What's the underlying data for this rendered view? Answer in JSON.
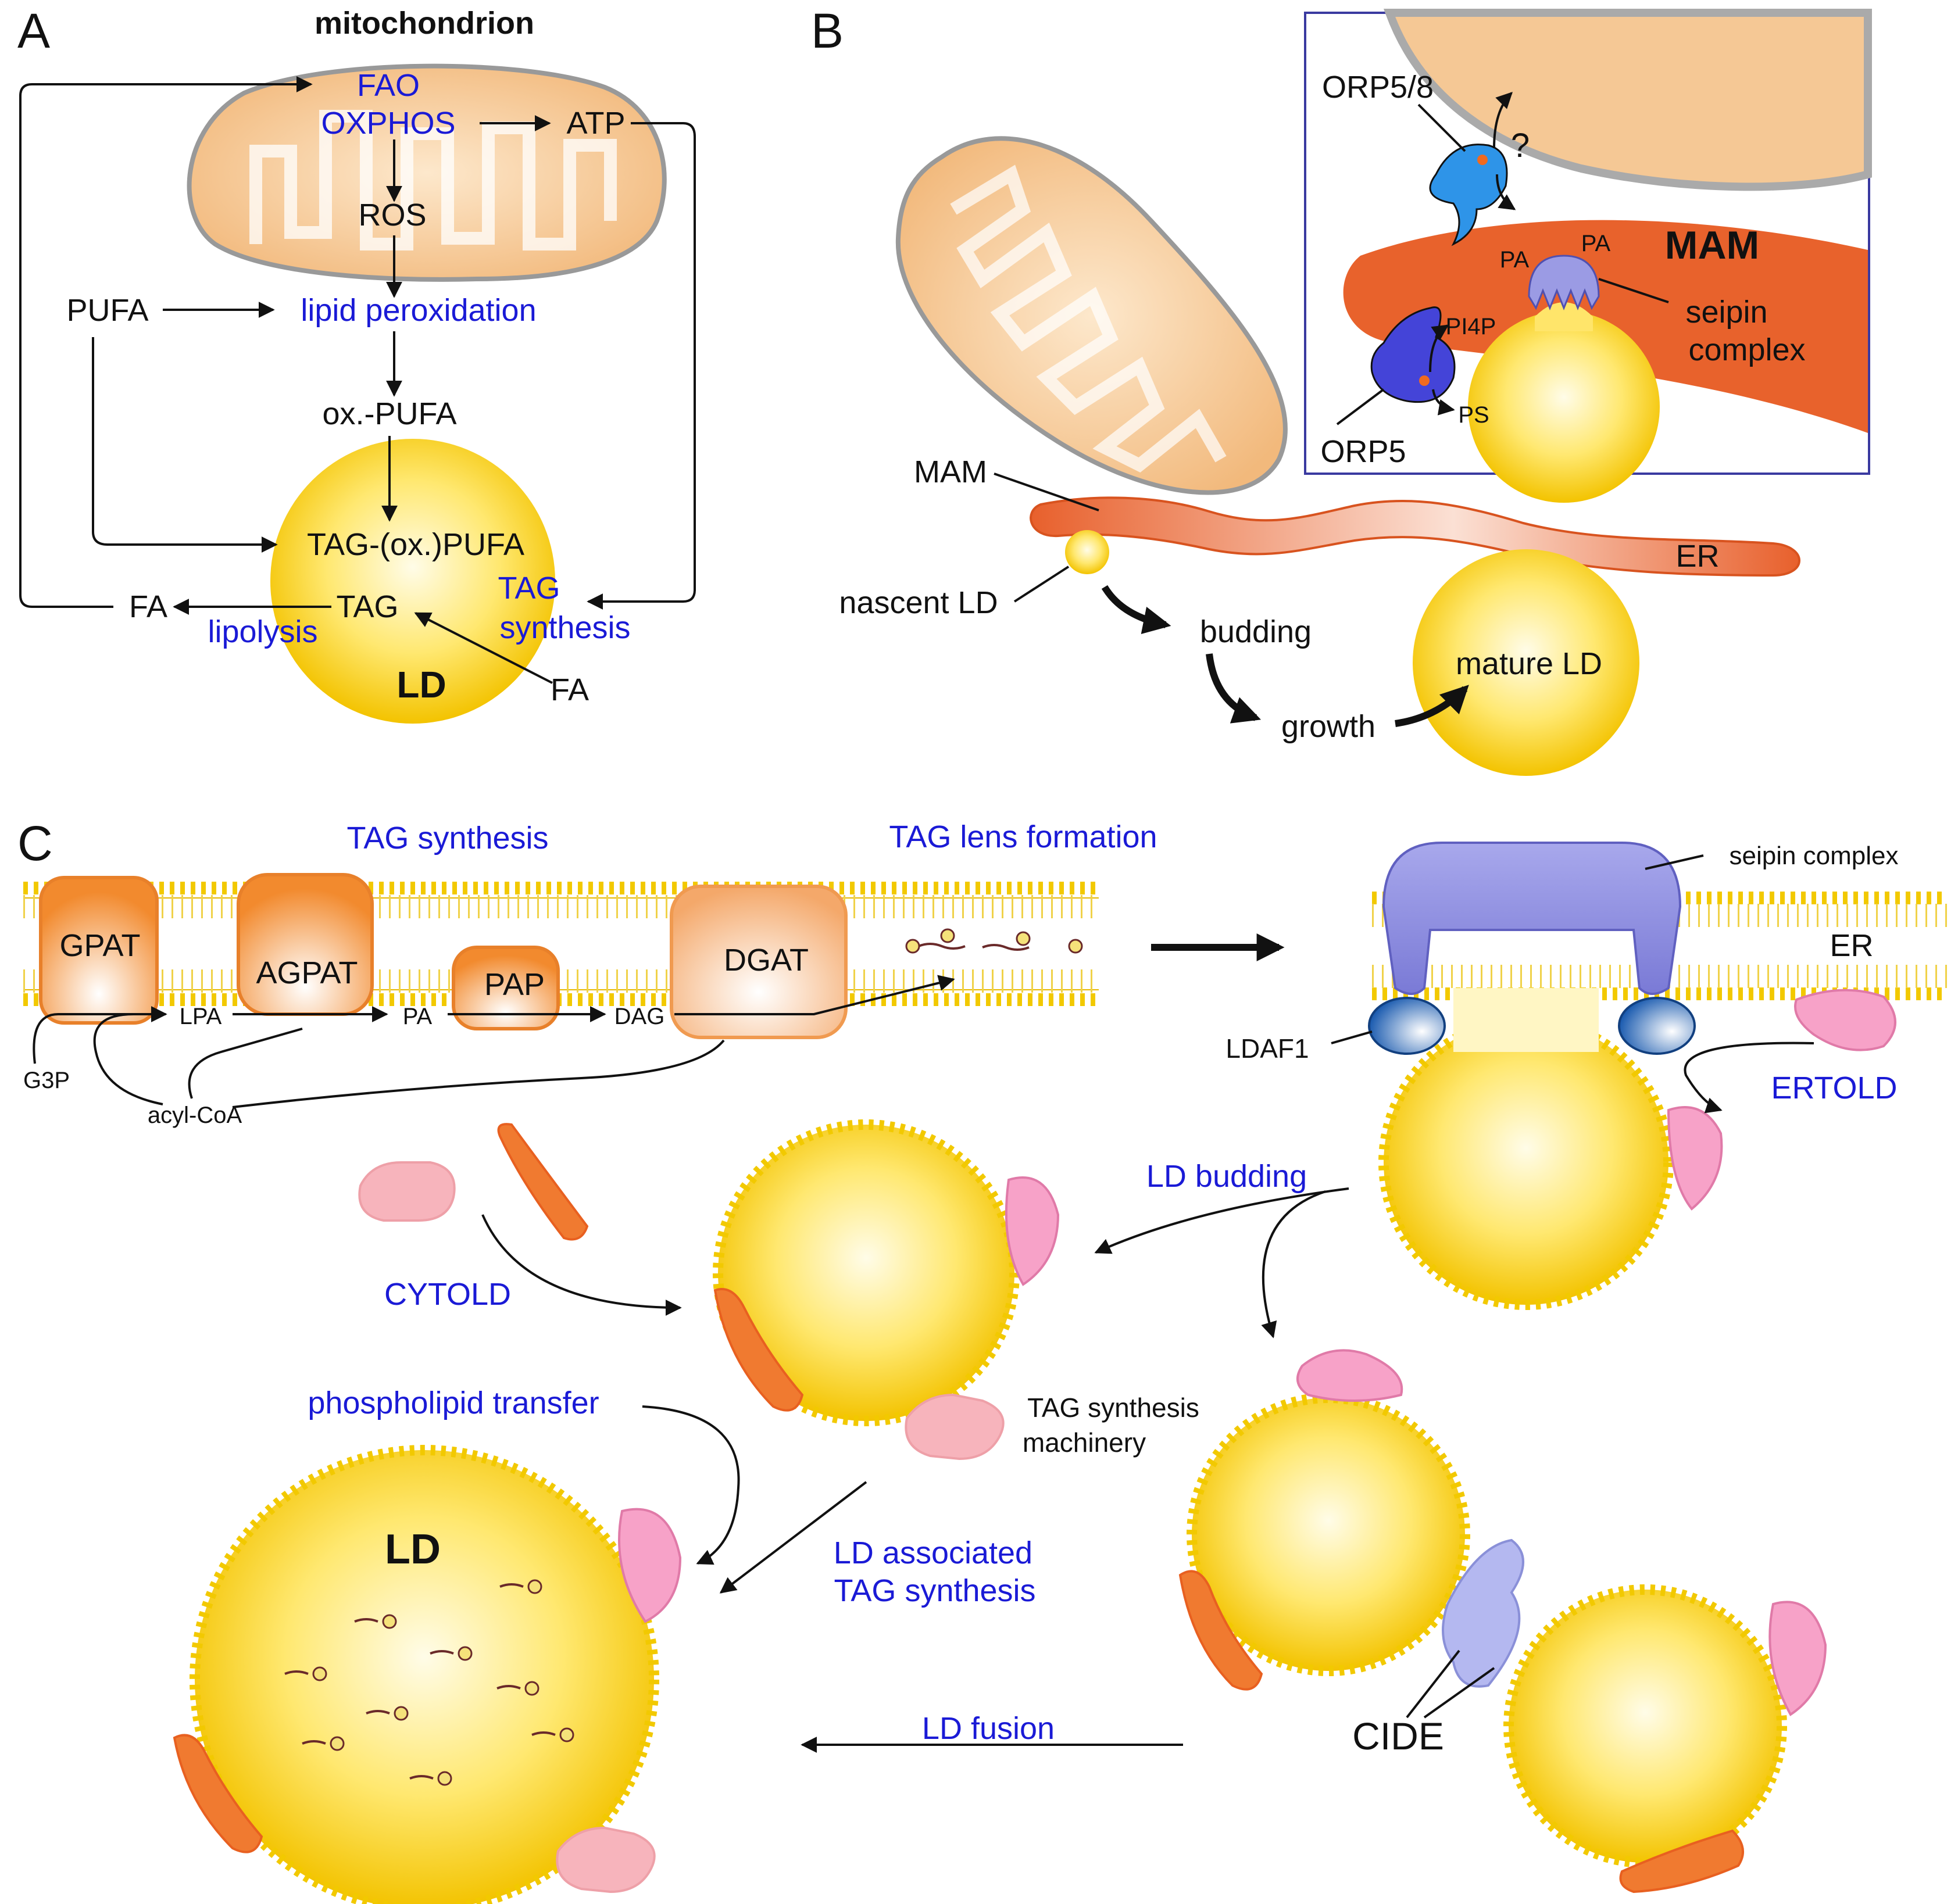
{
  "panels": {
    "a": "A",
    "b": "B",
    "c": "C"
  },
  "panelA": {
    "mitochondrion": "mitochondrion",
    "fao": "FAO",
    "oxphos": "OXPHOS",
    "atp": "ATP",
    "ros": "ROS",
    "pufa": "PUFA",
    "lipid_peroxidation": "lipid peroxidation",
    "ox_pufa": "ox.-PUFA",
    "tag_ox_pufa": "TAG-(ox.)PUFA",
    "tag": "TAG",
    "fa_left": "FA",
    "fa_right": "FA",
    "lipolysis": "lipolysis",
    "tag_synthesis_1": "TAG",
    "tag_synthesis_2": "synthesis",
    "ld": "LD"
  },
  "panelB": {
    "orp58": "ORP5/8",
    "question": "?",
    "mam_inset": "MAM",
    "pa1": "PA",
    "pa2": "PA",
    "pi4p": "PI4P",
    "ps": "PS",
    "orp5": "ORP5",
    "seipin1": "seipin",
    "seipin2": "complex",
    "mam": "MAM",
    "er": "ER",
    "nascent_ld": "nascent LD",
    "budding": "budding",
    "growth": "growth",
    "mature_ld": "mature LD"
  },
  "panelC": {
    "tag_synthesis": "TAG synthesis",
    "tag_lens": "TAG lens formation",
    "gpat": "GPAT",
    "agpat": "AGPAT",
    "pap": "PAP",
    "dgat": "DGAT",
    "lpa": "LPA",
    "pa": "PA",
    "dag": "DAG",
    "g3p": "G3P",
    "acyl_coa": "acyl-CoA",
    "seipin_complex": "seipin complex",
    "er": "ER",
    "ldaf1": "LDAF1",
    "ertold": "ERTOLD",
    "ld_budding": "LD budding",
    "cytold": "CYTOLD",
    "phospholipid_transfer": "phospholipid transfer",
    "tag_machinery_1": "TAG synthesis",
    "tag_machinery_2": "machinery",
    "ld_assoc_1": "LD associated",
    "ld_assoc_2": "TAG synthesis",
    "ld": "LD",
    "ld_fusion": "LD fusion",
    "cide": "CIDE"
  }
}
